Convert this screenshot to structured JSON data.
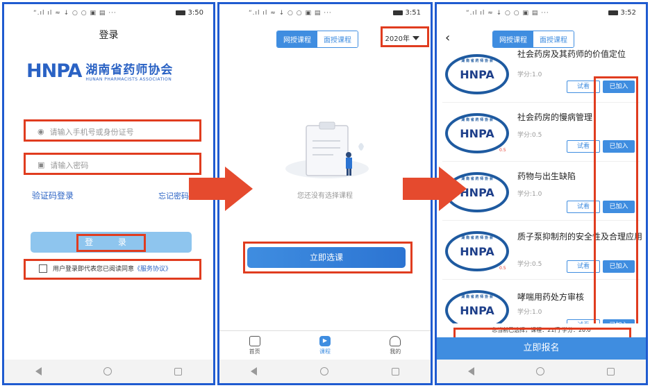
{
  "status_bar": {
    "left_icons": "“.ıl ıl ≈ ↓ ○ ○ ▣ ▤ ···",
    "times": [
      "3:50",
      "3:51",
      "3:52"
    ]
  },
  "login": {
    "title": "登录",
    "logo_mark": "HNPA",
    "logo_cn": "湖南省药师协会",
    "logo_en": "HUNAN PHARMACISTS ASSOCIATION",
    "phone_placeholder": "请输入手机号或身份证号",
    "password_placeholder": "请输入密码",
    "sms_login": "验证码登录",
    "forgot": "忘记密码？",
    "login_button": "登 录",
    "agree_text": "用户登录即代表您已阅读同意",
    "agree_link": "《服务协议》"
  },
  "course_select": {
    "tab_online": "网授课程",
    "tab_offline": "面授课程",
    "year": "2020年",
    "empty_text": "您还没有选择课程",
    "choose_button": "立即选课",
    "tabs": [
      "首页",
      "课程",
      "我的"
    ]
  },
  "course_list": {
    "tab_online": "网授课程",
    "tab_offline": "面授课程",
    "badge_text": "HNPA",
    "badge_arc": "湖 南 省 药 师 协 会",
    "badge_sub": "0.5",
    "try_label": "试看",
    "courses": [
      {
        "title": "社会药房及其药师的价值定位",
        "credit": "学分:1.0",
        "action": "已加入"
      },
      {
        "title": "社会药房的慢病管理",
        "credit": "学分:0.5",
        "action": "已加入"
      },
      {
        "title": "药物与出生缺陷",
        "credit": "学分:1.0",
        "action": "已加入"
      },
      {
        "title": "质子泵抑制剂的安全性及合理应用",
        "credit": "学分:0.5",
        "action": "已加入"
      },
      {
        "title": "哮喘用药处方审核",
        "credit": "学分:1.0",
        "action": "已加入"
      }
    ],
    "summary": "您当前已选择，课程：21门  学分：20.0",
    "enroll_button": "立即报名"
  },
  "colors": {
    "accent": "#3f8de0",
    "highlight": "#e03c1f",
    "frame": "#1f5bd0"
  }
}
